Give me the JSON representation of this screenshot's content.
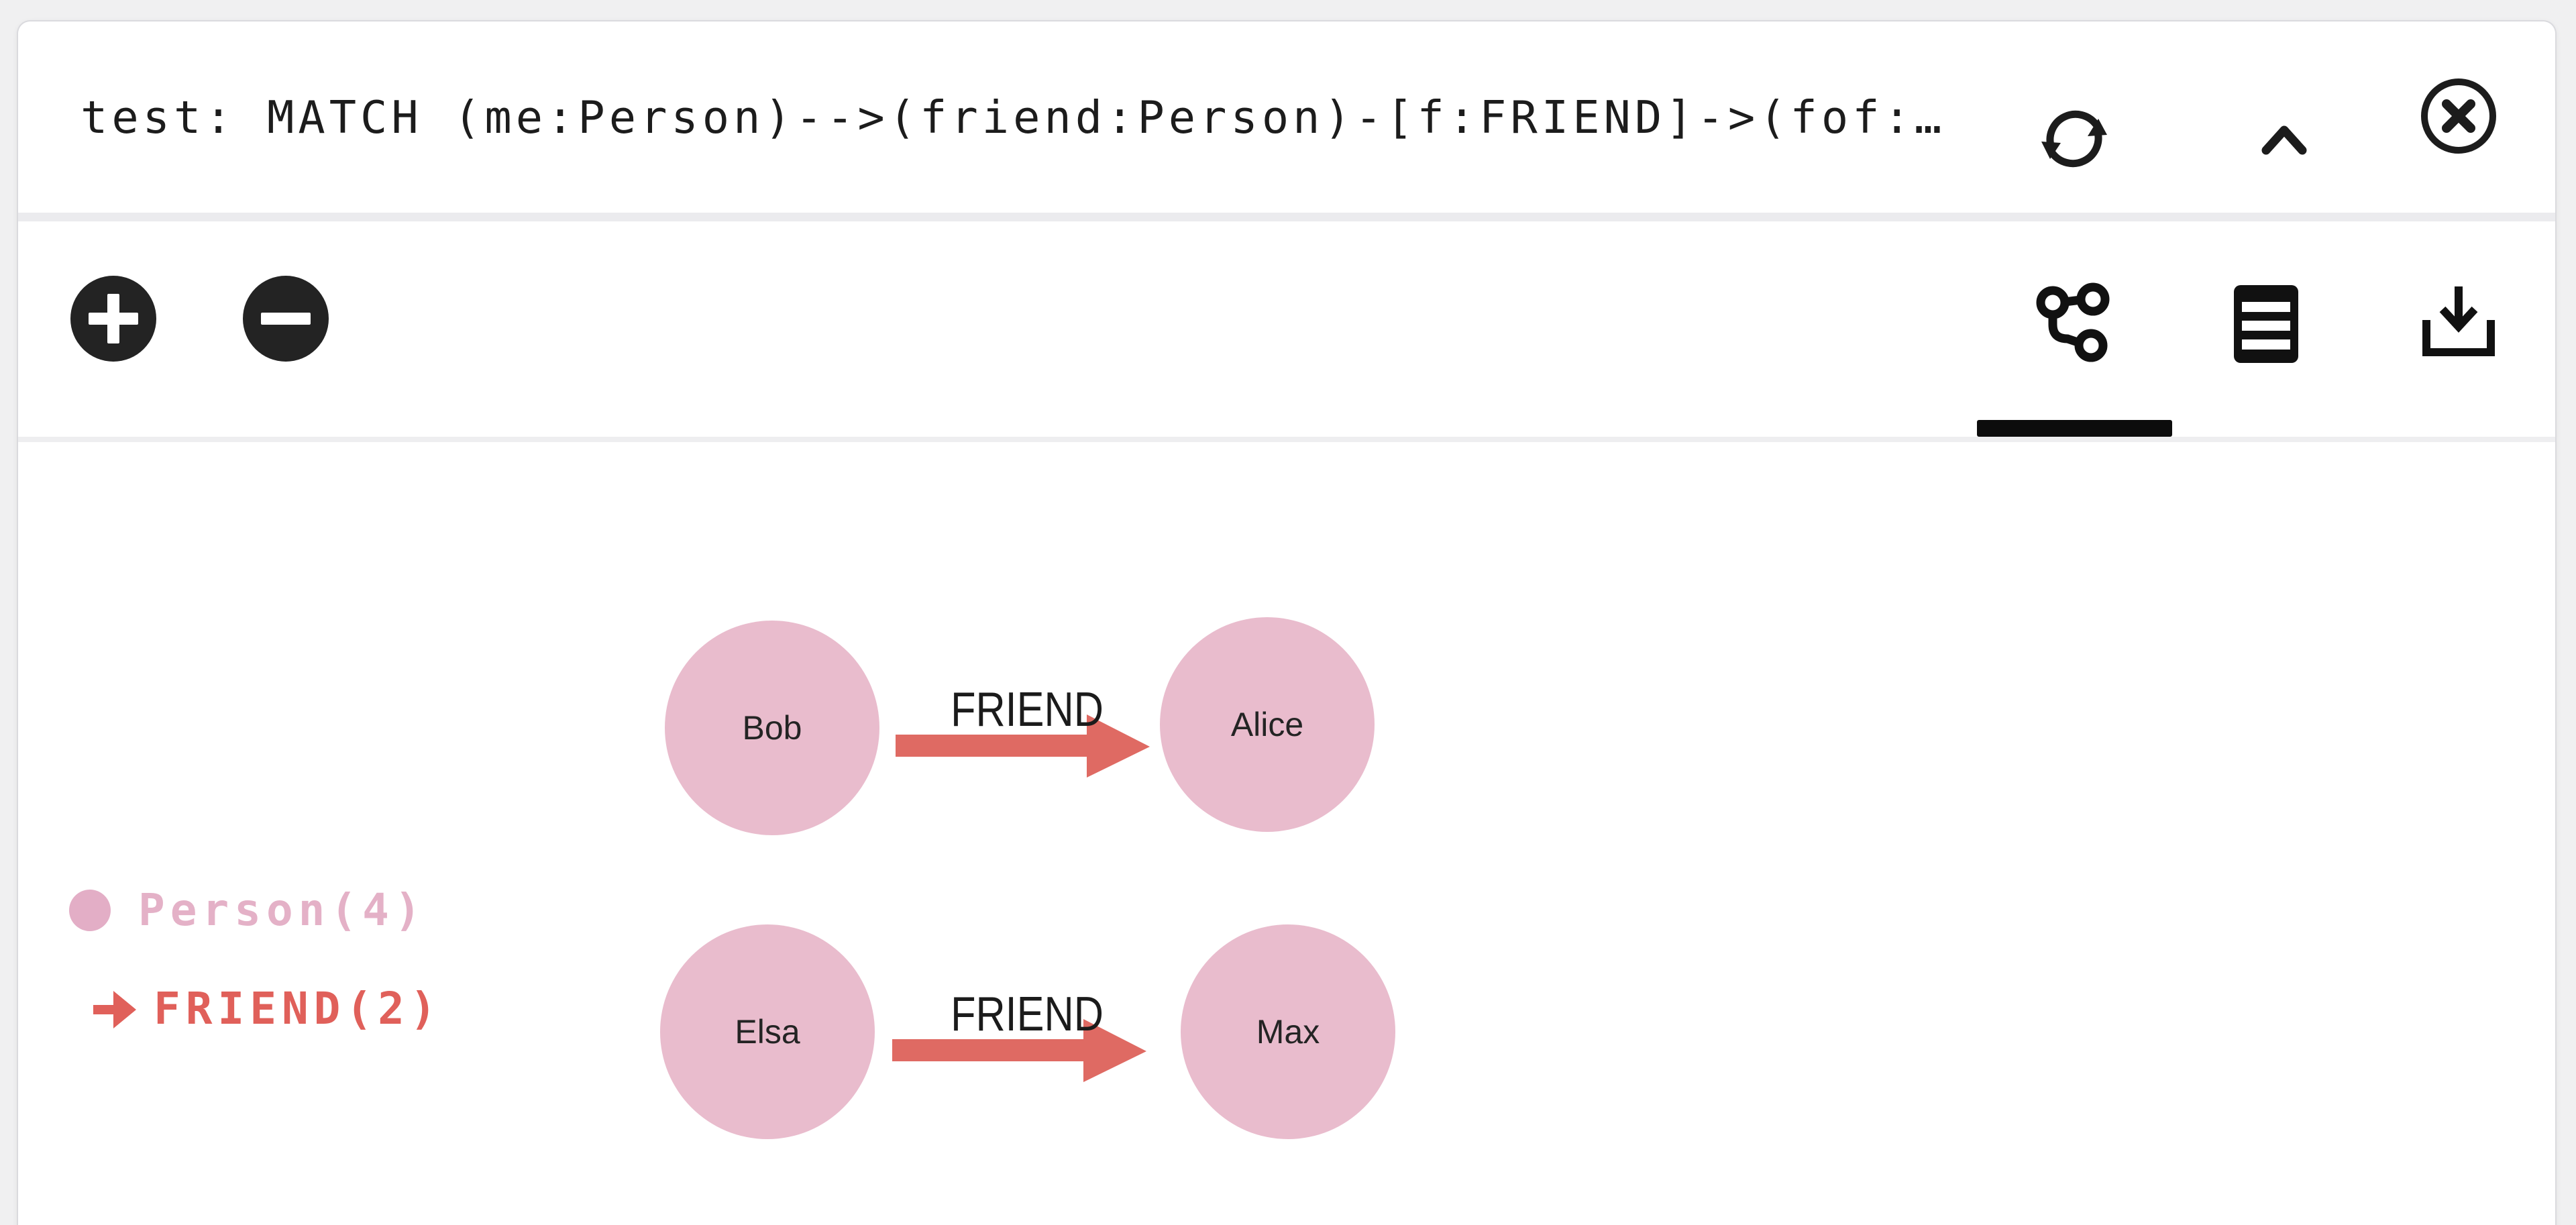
{
  "query_bar": {
    "query": "test: MATCH (me:Person)-->(friend:Person)-[f:FRIEND]->(fof:…",
    "icons": {
      "refresh": "refresh-icon",
      "collapse": "chevron-up-icon",
      "close": "close-circle-icon"
    }
  },
  "toolbar": {
    "zoom_in_icon": "plus-circle",
    "zoom_out_icon": "minus-circle",
    "views": [
      {
        "id": "graph",
        "icon": "graph-network-icon",
        "active": true
      },
      {
        "id": "table",
        "icon": "table-rows-icon",
        "active": false
      },
      {
        "id": "download",
        "icon": "download-tray-icon",
        "active": false
      }
    ]
  },
  "legend": {
    "items": [
      {
        "kind": "node-label",
        "marker": "circle",
        "label": "Person(4)",
        "color": "#e4b1c7"
      },
      {
        "kind": "relationship-type",
        "marker": "arrow",
        "label": "FRIEND(2)",
        "color": "#e0605a"
      }
    ]
  },
  "graph": {
    "node_color": "#e9bccd",
    "edge_color": "#df6a63",
    "nodes": [
      {
        "label": "Bob"
      },
      {
        "label": "Alice"
      },
      {
        "label": "Elsa"
      },
      {
        "label": "Max"
      }
    ],
    "edges": [
      {
        "source": "Bob",
        "target": "Alice",
        "label": "FRIEND"
      },
      {
        "source": "Elsa",
        "target": "Max",
        "label": "FRIEND"
      }
    ]
  }
}
